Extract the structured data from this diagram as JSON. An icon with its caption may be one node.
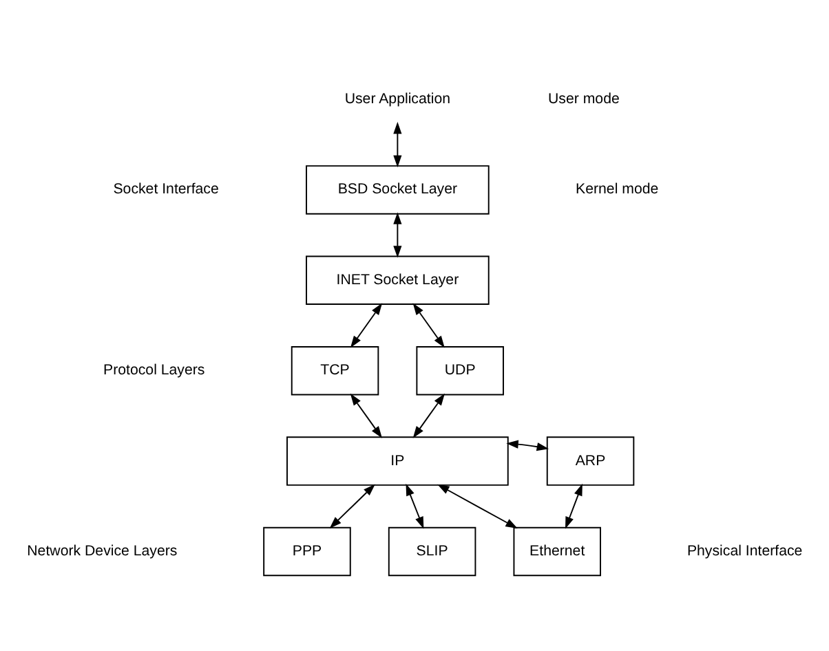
{
  "diagram": {
    "nodes": [
      {
        "text": [
          "User Application"
        ]
      },
      {
        "text": [
          "BSD Socket Layer"
        ]
      },
      {
        "text": [
          "INET Socket Layer"
        ]
      },
      {
        "text": [
          "TCP"
        ]
      },
      {
        "text": [
          "UDP"
        ]
      },
      {
        "text": [
          "IP"
        ]
      },
      {
        "text": [
          "ARP"
        ]
      },
      {
        "text": [
          "PPP"
        ]
      },
      {
        "text": [
          "SLIP"
        ]
      },
      {
        "text": [
          "Ethernet"
        ]
      }
    ],
    "edges": [
      {
        "from": 0,
        "to": 1,
        "arrow": "both"
      },
      {
        "from": 1,
        "to": 2,
        "arrow": "both"
      },
      {
        "from": 2,
        "to": 3,
        "arrow": "both"
      },
      {
        "from": 2,
        "to": 4,
        "arrow": "both"
      },
      {
        "from": 3,
        "to": 5,
        "arrow": "both"
      },
      {
        "from": 4,
        "to": 5,
        "arrow": "both"
      },
      {
        "from": 5,
        "to": 6,
        "arrow": "both"
      },
      {
        "from": 5,
        "to": 7,
        "arrow": "both"
      },
      {
        "from": 5,
        "to": 8,
        "arrow": "both"
      },
      {
        "from": 5,
        "to": 9,
        "arrow": "both"
      },
      {
        "from": 6,
        "to": 9,
        "arrow": "both"
      }
    ],
    "labels": [
      "User mode",
      "Kernel mode",
      "Socket Interface",
      "Protocol Layers",
      "Network Device Layers",
      "Physical Interface"
    ]
  }
}
